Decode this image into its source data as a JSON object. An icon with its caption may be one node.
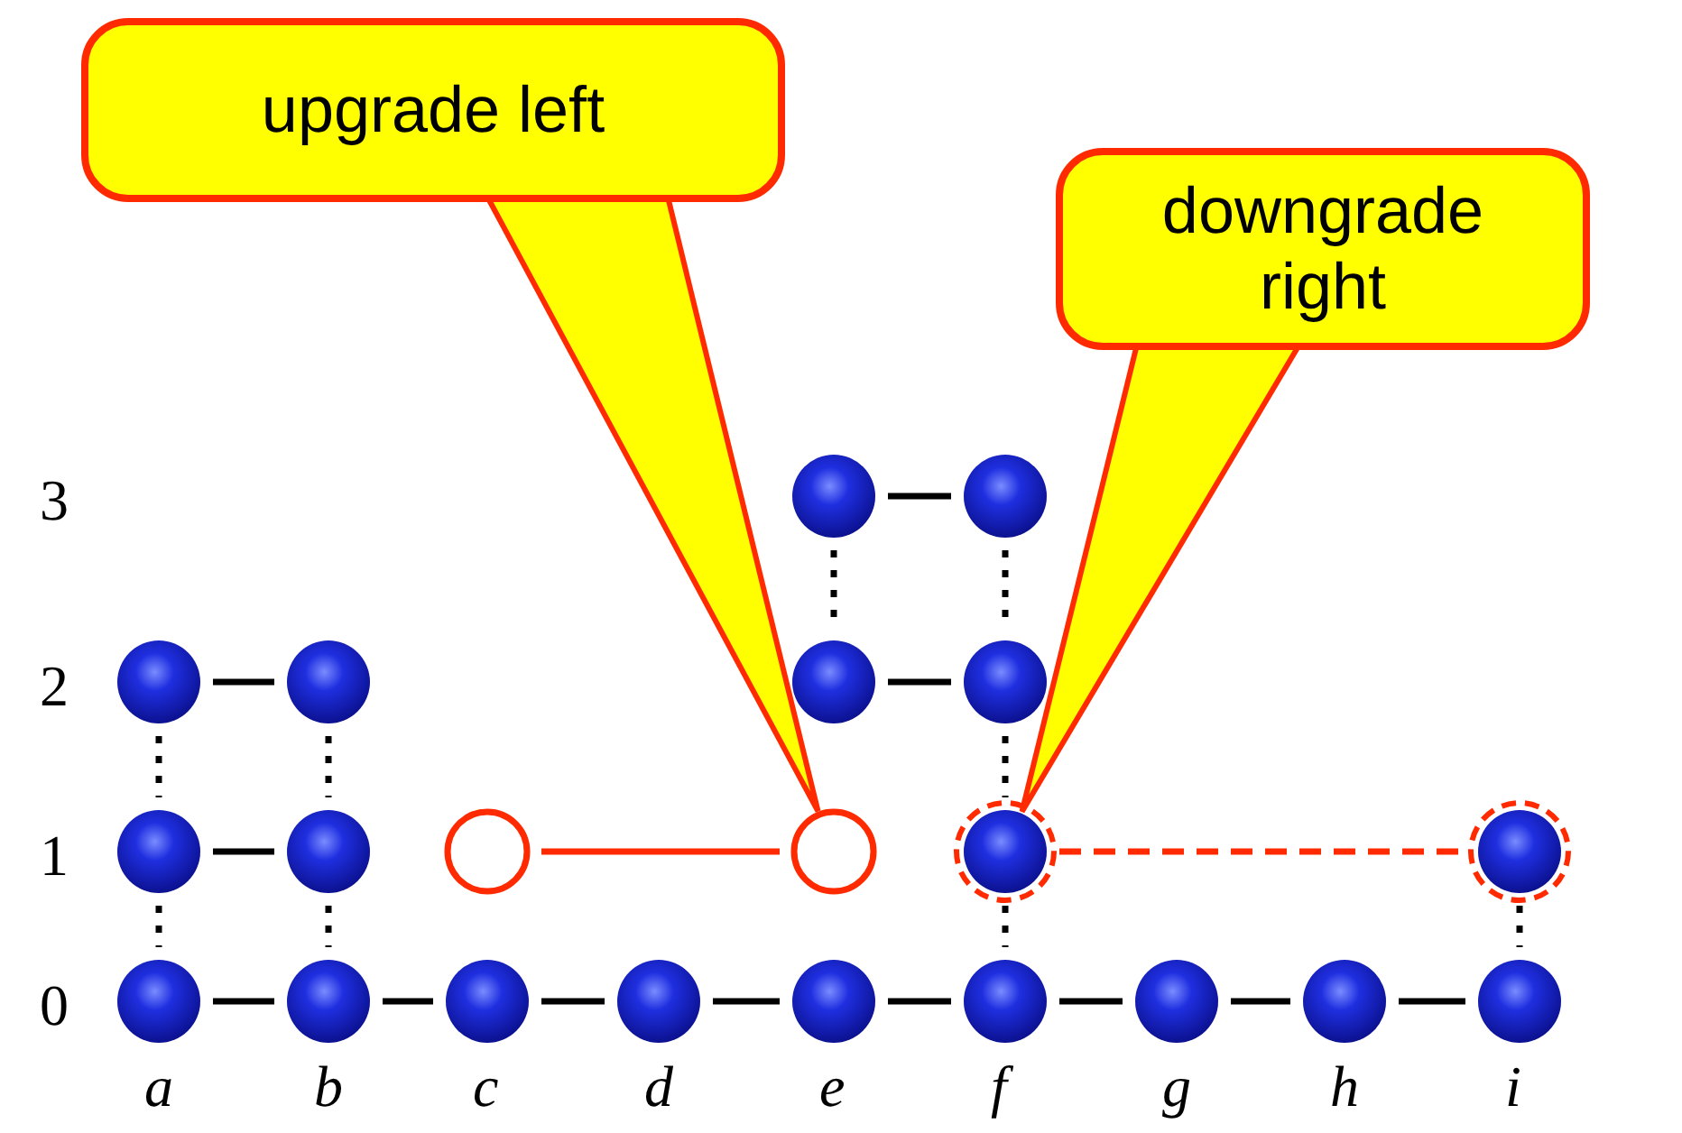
{
  "diagram": {
    "nodes": [
      {
        "text": [
          "upgrade left"
        ]
      },
      {
        "text": [
          "downgrade right"
        ]
      },
      {
        "text": [],
        "shape": "circle"
      },
      {
        "text": [],
        "shape": "circle"
      },
      {
        "text": [],
        "shape": "circle"
      },
      {
        "text": [],
        "shape": "circle"
      },
      {
        "text": [],
        "shape": "circle"
      },
      {
        "text": [],
        "shape": "circle"
      },
      {
        "text": [],
        "shape": "circle"
      },
      {
        "text": [],
        "shape": "circle"
      },
      {
        "text": [],
        "shape": "circle"
      },
      {
        "text": [],
        "shape": "circle"
      },
      {
        "text": [],
        "shape": "circle"
      },
      {
        "text": [],
        "shape": "circle"
      },
      {
        "text": [],
        "shape": "circle"
      },
      {
        "text": [],
        "shape": "circle"
      },
      {
        "text": [],
        "shape": "circle"
      },
      {
        "text": [],
        "shape": "circle"
      },
      {
        "text": [],
        "shape": "circle"
      },
      {
        "text": [],
        "shape": "circle"
      },
      {
        "text": [],
        "shape": "circle"
      },
      {
        "text": [],
        "shape": "circle"
      },
      {
        "text": [],
        "shape": "circle"
      }
    ],
    "edges": [
      {
        "from": 0,
        "to": 11,
        "arrow": "to",
        "color": "#ff2a00"
      },
      {
        "from": 1,
        "to": 12,
        "arrow": "to",
        "color": "#ff2a00"
      },
      {
        "from": 2,
        "to": 3,
        "arrow": "none"
      },
      {
        "from": 2,
        "to": 6,
        "arrow": "none",
        "style": "dashed"
      },
      {
        "from": 3,
        "to": 7,
        "arrow": "none",
        "style": "dashed"
      },
      {
        "from": 4,
        "to": 5,
        "arrow": "none"
      },
      {
        "from": 6,
        "to": 7,
        "arrow": "none"
      },
      {
        "from": 4,
        "to": 8,
        "arrow": "none",
        "style": "dashed"
      },
      {
        "from": 5,
        "to": 9,
        "arrow": "none",
        "style": "dashed"
      },
      {
        "from": 7,
        "to": 12,
        "arrow": "none",
        "style": "dashed"
      },
      {
        "from": 8,
        "to": 9,
        "arrow": "none"
      },
      {
        "from": 10,
        "to": 11,
        "arrow": "none",
        "color": "#ff2a00"
      },
      {
        "from": 12,
        "to": 13,
        "arrow": "none",
        "style": "dashed",
        "color": "#ff2a00"
      },
      {
        "from": 8,
        "to": 14,
        "arrow": "none",
        "style": "dashed"
      },
      {
        "from": 9,
        "to": 15,
        "arrow": "none",
        "style": "dashed"
      },
      {
        "from": 12,
        "to": 19,
        "arrow": "none",
        "style": "dashed"
      },
      {
        "from": 13,
        "to": 22,
        "arrow": "none",
        "style": "dashed"
      },
      {
        "from": 14,
        "to": 15,
        "arrow": "none"
      },
      {
        "from": 15,
        "to": 16,
        "arrow": "none"
      },
      {
        "from": 16,
        "to": 17,
        "arrow": "none"
      },
      {
        "from": 17,
        "to": 18,
        "arrow": "none"
      },
      {
        "from": 18,
        "to": 19,
        "arrow": "none"
      },
      {
        "from": 19,
        "to": 20,
        "arrow": "none"
      },
      {
        "from": 20,
        "to": 21,
        "arrow": "none"
      },
      {
        "from": 21,
        "to": 22,
        "arrow": "none"
      }
    ],
    "labels": [
      "3",
      "2",
      "1",
      "0",
      "a",
      "b",
      "c",
      "d",
      "e",
      "f",
      "g",
      "h",
      "i"
    ]
  }
}
